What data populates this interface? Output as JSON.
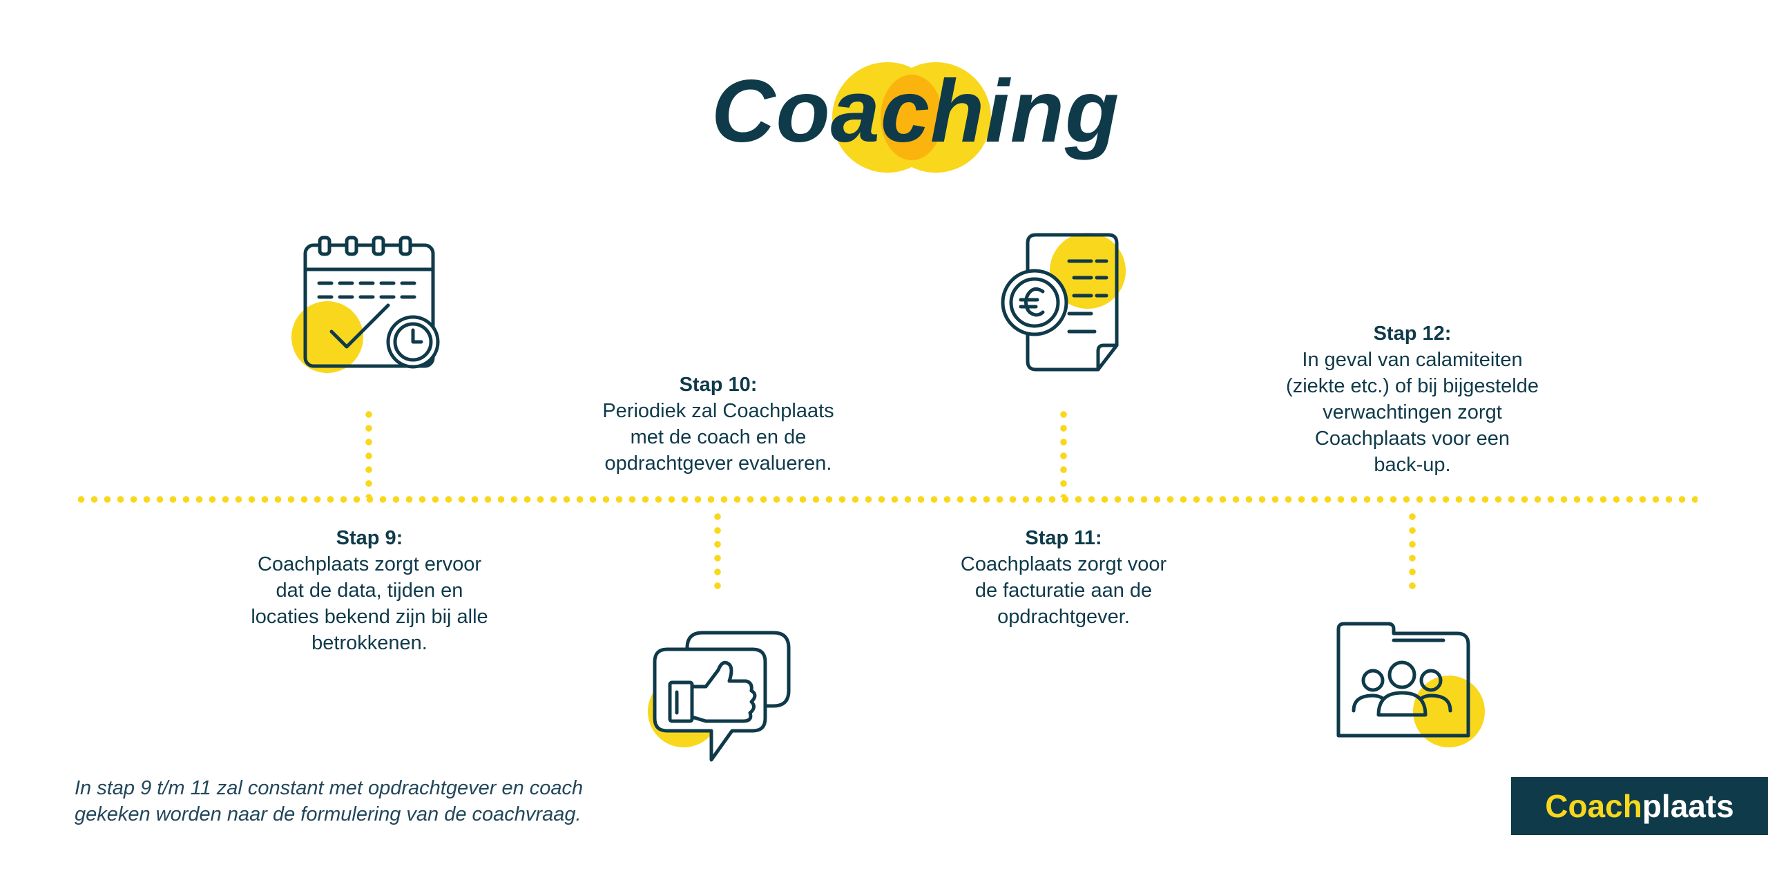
{
  "title": "Coaching",
  "colors": {
    "accent": "#f9d71c",
    "accent_overlap": "#fbb40d",
    "dark": "#0f3a4a"
  },
  "steps": [
    {
      "title": "Stap 9:",
      "body": "Coachplaats zorgt ervoor\ndat de data, tijden en\nlocaties bekend zijn bij  alle\nbetrokkenen.",
      "icon": "calendar-check-icon"
    },
    {
      "title": "Stap 10:",
      "body": "Periodiek zal Coachplaats\nmet de coach en de\nopdrachtgever evalueren.",
      "icon": "thumbs-up-chat-icon"
    },
    {
      "title": "Stap 11:",
      "body": "Coachplaats zorgt voor\nde facturatie aan de\nopdrachtgever.",
      "icon": "euro-invoice-icon"
    },
    {
      "title": "Stap 12:",
      "body": "In geval van calamiteiten\n(ziekte etc.) of bij bijgestelde\nverwachtingen zorgt\nCoachplaats voor een\nback-up.",
      "icon": "group-folder-icon"
    }
  ],
  "footnote": "In stap 9 t/m 11 zal constant met opdrachtgever en coach\ngekeken worden naar de formulering van de coachvraag.",
  "logo": {
    "part1": "Coach",
    "part2": "plaats"
  }
}
